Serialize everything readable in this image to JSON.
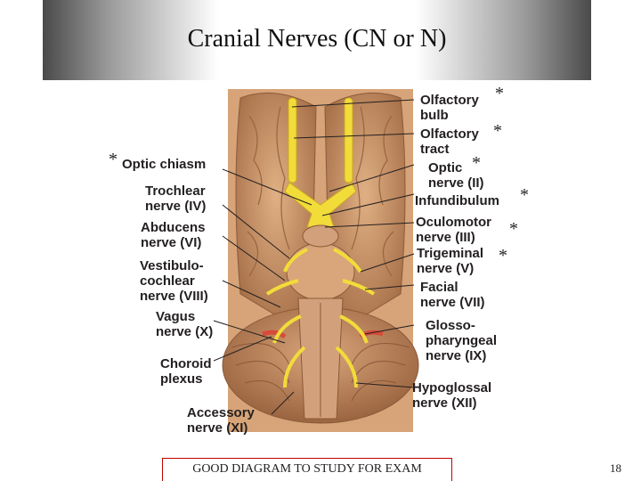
{
  "title": "Cranial Nerves (CN or N)",
  "labels": {
    "olfactory_bulb": "Olfactory\nbulb",
    "olfactory_tract": "Olfactory\ntract",
    "optic_nerve": "Optic\nnerve (II)",
    "infundibulum": "Infundibulum",
    "oculomotor": "Oculomotor\nnerve (III)",
    "trigeminal": "Trigeminal\nnerve (V)",
    "facial": "Facial\nnerve (VII)",
    "glossopharyngeal": "Glosso-\npharyngeal\nnerve (IX)",
    "hypoglossal": "Hypoglossal\nnerve (XII)",
    "optic_chiasm": "Optic chiasm",
    "trochlear": "Trochlear\nnerve (IV)",
    "abducens": "Abducens\nnerve (VI)",
    "vestibulocochlear": "Vestibulo-\ncochlear\nnerve (VIII)",
    "vagus": "Vagus\nnerve (X)",
    "choroid": "Choroid\nplexus",
    "accessory": "Accessory\nnerve (XI)"
  },
  "asterisk": "*",
  "footer": "GOOD DIAGRAM TO STUDY FOR EXAM",
  "page_number": "18",
  "colors": {
    "brain": "#c8946a",
    "brain_dark": "#8a5a3a",
    "nerve": "#f2dc3a",
    "vessel": "#d84a3a",
    "label_line": "#231f20"
  }
}
